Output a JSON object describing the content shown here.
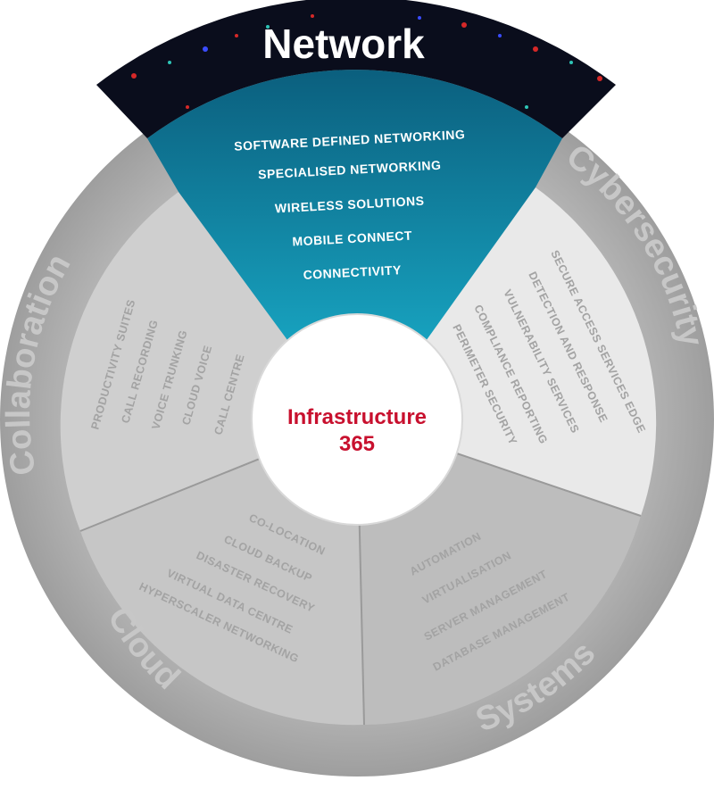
{
  "center": {
    "line1": "Infrastructure",
    "line2": "365",
    "color": "#c8102e"
  },
  "colors": {
    "network_band_top": "#0a0d1c",
    "network_inner_top": "#0b5f7e",
    "network_inner_bottom": "#17a2bf",
    "ring": "#a9a9a9",
    "ring_text": "#c7c7c7",
    "segment_light": "#cfcfcf",
    "segment_lighter": "#e9e9e9",
    "segment_mid": "#bdbdbd",
    "item_text_grey": "#a3a3a3",
    "item_text_white": "#ffffff"
  },
  "segments": {
    "network": {
      "title": "Network",
      "items": [
        "SOFTWARE DEFINED NETWORKING",
        "SPECIALISED NETWORKING",
        "WIRELESS SOLUTIONS",
        "MOBILE CONNECT",
        "CONNECTIVITY"
      ]
    },
    "cybersecurity": {
      "title": "Cybersecurity",
      "items": [
        "SECURE ACCESS SERVICES EDGE",
        "DETECTION AND RESPONSE",
        "VULNERABILITY SERVICES",
        "COMPLIANCE REPORTING",
        "PERIMETER SECURITY"
      ]
    },
    "systems": {
      "title": "Systems",
      "items": [
        "AUTOMATION",
        "VIRTUALISATION",
        "SERVER MANAGEMENT",
        "DATABASE MANAGEMENT"
      ]
    },
    "cloud": {
      "title": "Cloud",
      "items": [
        "CO-LOCATION",
        "CLOUD BACKUP",
        "DISASTER RECOVERY",
        "VIRTUAL DATA CENTRE",
        "HYPERSCALER NETWORKING"
      ]
    },
    "collaboration": {
      "title": "Collaboration",
      "items": [
        "PRODUCTIVITY SUITES",
        "CALL RECORDING",
        "VOICE TRUNKING",
        "CLOUD VOICE",
        "CALL CENTRE"
      ]
    }
  }
}
